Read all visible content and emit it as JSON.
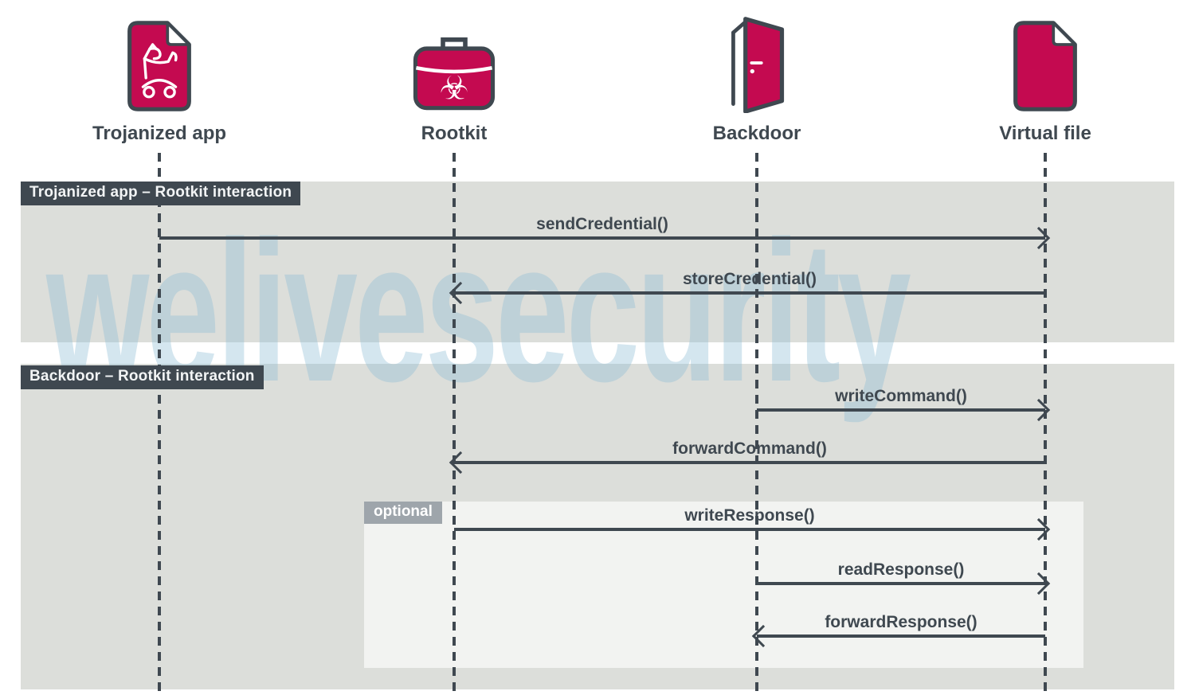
{
  "watermark": "welivesecurity",
  "colors": {
    "accent": "#c40a50",
    "slate": "#3f4850",
    "band": "#dcdeda",
    "optional_bg": "#f2f3f1",
    "optional_label_bg": "#9ea5ab",
    "watermark": "#c3d8e2"
  },
  "actors": [
    {
      "id": "trojanized-app",
      "label": "Trojanized app",
      "icon": "trojan-horse-file-icon"
    },
    {
      "id": "rootkit",
      "label": "Rootkit",
      "icon": "malware-briefcase-icon"
    },
    {
      "id": "backdoor",
      "label": "Backdoor",
      "icon": "open-door-icon"
    },
    {
      "id": "virtual-file",
      "label": "Virtual file",
      "icon": "file-icon"
    }
  ],
  "sections": [
    {
      "title": "Trojanized app – Rootkit interaction"
    },
    {
      "title": "Backdoor – Rootkit interaction"
    }
  ],
  "optional_label": "optional",
  "messages": [
    {
      "label": "sendCredential()",
      "from": "trojanized-app",
      "to": "virtual-file"
    },
    {
      "label": "storeCredential()",
      "from": "virtual-file",
      "to": "rootkit"
    },
    {
      "label": "writeCommand()",
      "from": "backdoor",
      "to": "virtual-file"
    },
    {
      "label": "forwardCommand()",
      "from": "virtual-file",
      "to": "rootkit"
    },
    {
      "label": "writeResponse()",
      "from": "rootkit",
      "to": "virtual-file"
    },
    {
      "label": "readResponse()",
      "from": "backdoor",
      "to": "virtual-file"
    },
    {
      "label": "forwardResponse()",
      "from": "virtual-file",
      "to": "backdoor"
    }
  ]
}
